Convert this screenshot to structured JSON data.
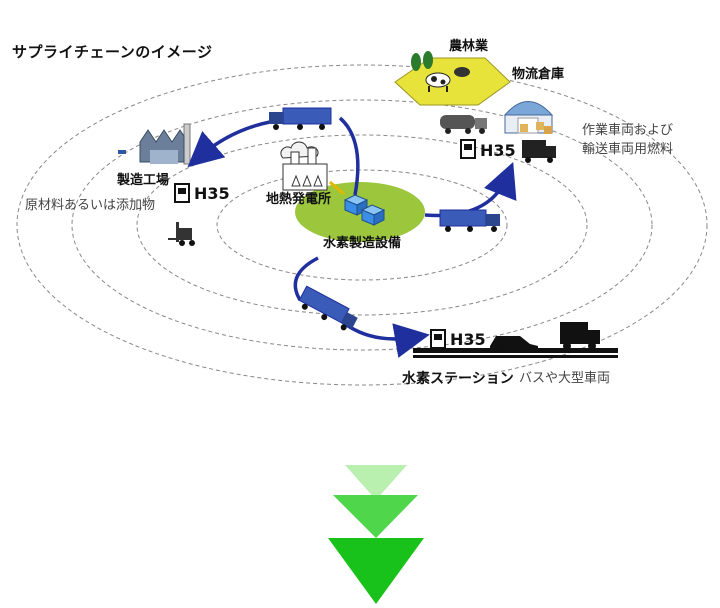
{
  "title": "サプライチェーンのイメージ",
  "nodes": {
    "farm": "農林業",
    "warehouse": "物流倉庫",
    "factory": "製造工場",
    "factory_note": "原材料あるいは添加物",
    "geothermal": "地熱発電所",
    "hydrogen_plant": "水素製造設備",
    "station": "水素ステーション",
    "station_note": "バスや大型車両",
    "vehicle_fuel_line1": "作業車両および",
    "vehicle_fuel_line2": "輸送車両用燃料"
  },
  "pumps": {
    "factory": "H35",
    "warehouse": "H35",
    "station": "H35"
  },
  "colors": {
    "arrow": "#1f2f9e",
    "truck": "#3a5bb8",
    "green_disc": "#9cc63c",
    "farm": "#e8e33a",
    "chevron_light": "#b9f0b0",
    "chevron_mid": "#4fd64a",
    "chevron_dark": "#19c21a"
  },
  "icons": [
    "factory-icon",
    "forklift-icon",
    "truck-icon",
    "tanker-icon",
    "cow-icon",
    "tree-icon",
    "geothermal-plant-icon",
    "hydrogen-tank-icon",
    "car-icon",
    "box-truck-icon",
    "pump-icon",
    "chevron-down-icon"
  ]
}
